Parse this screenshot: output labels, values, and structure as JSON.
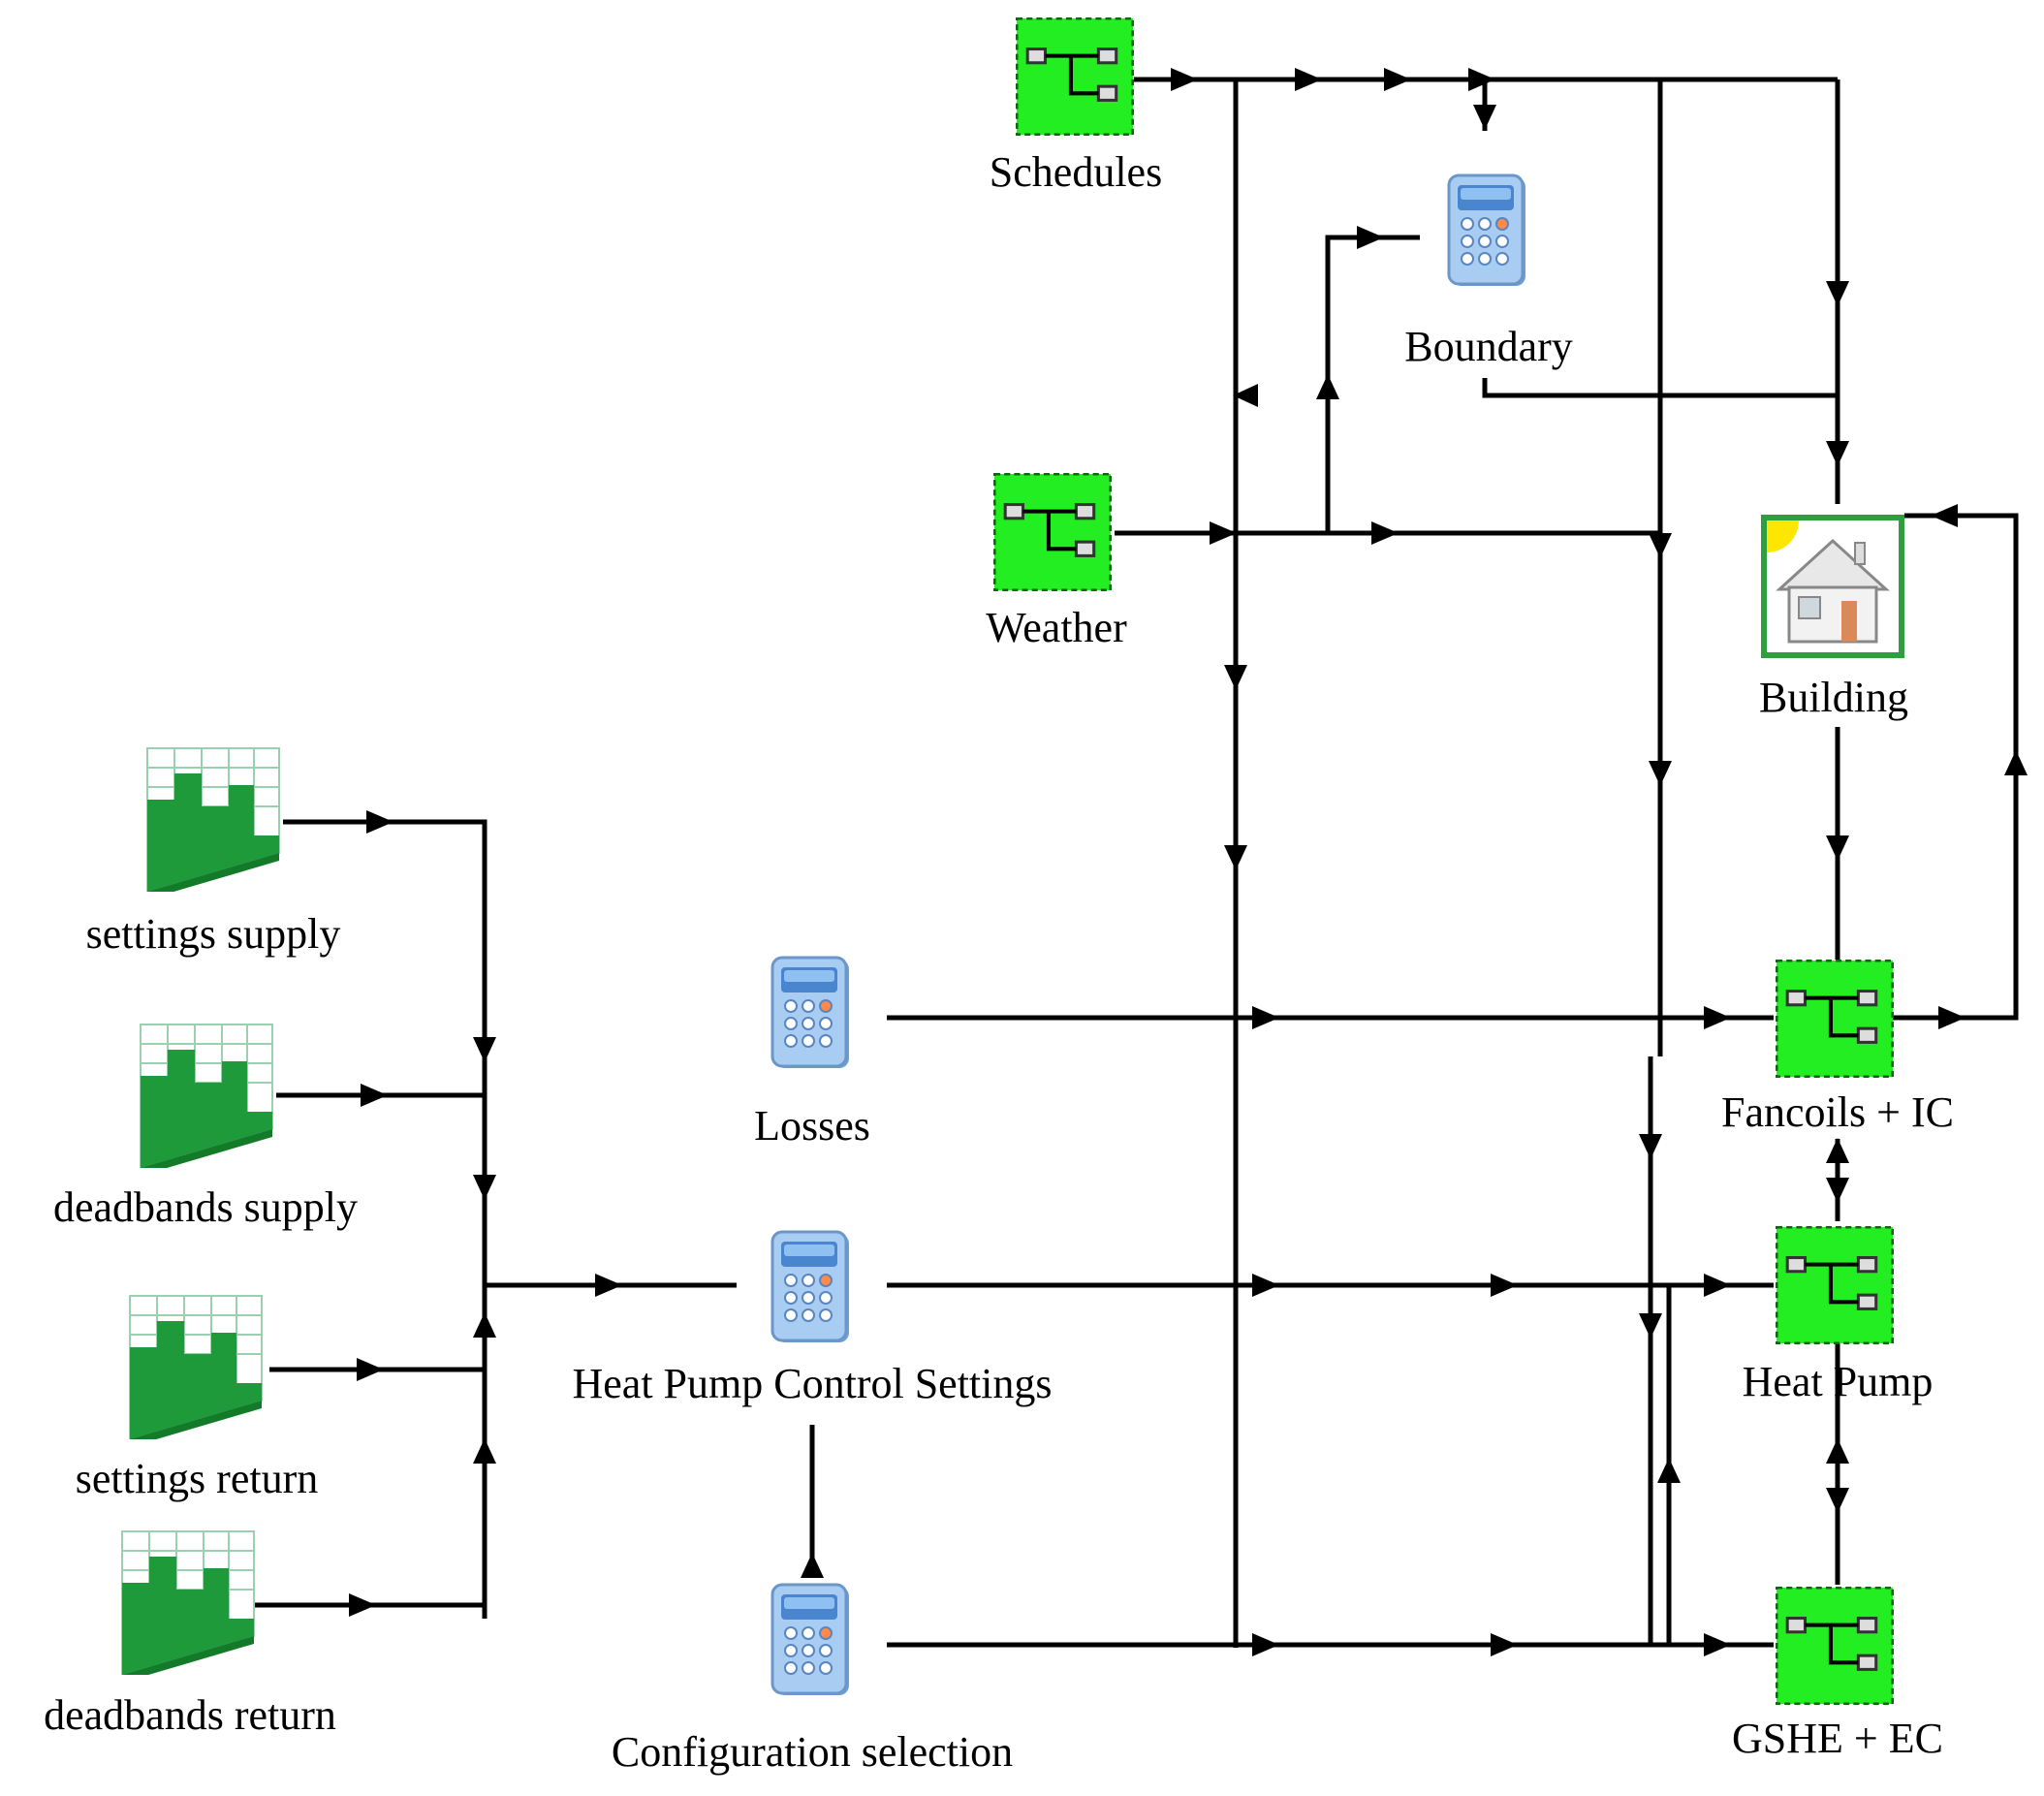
{
  "nodes": {
    "schedules": {
      "label": "Schedules",
      "type": "macro"
    },
    "boundary": {
      "label": "Boundary",
      "type": "calculator"
    },
    "weather": {
      "label": "Weather",
      "type": "macro"
    },
    "building": {
      "label": "Building",
      "type": "building"
    },
    "settings_supply": {
      "label": "settings supply",
      "type": "profile"
    },
    "deadbands_supply": {
      "label": "deadbands supply",
      "type": "profile"
    },
    "settings_return": {
      "label": "settings return",
      "type": "profile"
    },
    "deadbands_return": {
      "label": "deadbands return",
      "type": "profile"
    },
    "losses": {
      "label": "Losses",
      "type": "calculator"
    },
    "hp_control": {
      "label": "Heat Pump Control Settings",
      "type": "calculator"
    },
    "config": {
      "label": "Configuration selection",
      "type": "calculator"
    },
    "fancoils": {
      "label": "Fancoils + IC",
      "type": "macro"
    },
    "heat_pump": {
      "label": "Heat Pump",
      "type": "macro"
    },
    "gshe": {
      "label": "GSHE + EC",
      "type": "macro"
    }
  },
  "icons": {
    "macro": "macro-block-icon",
    "calculator": "calculator-icon",
    "building": "building-house-icon",
    "profile": "profile-chart-icon"
  },
  "colors": {
    "macro_fill": "#22ee22",
    "link": "#000000",
    "calculator_body": "#9ec6ee",
    "profile_bar": "#1f9a3a",
    "building_frame": "#2e9e3e"
  }
}
